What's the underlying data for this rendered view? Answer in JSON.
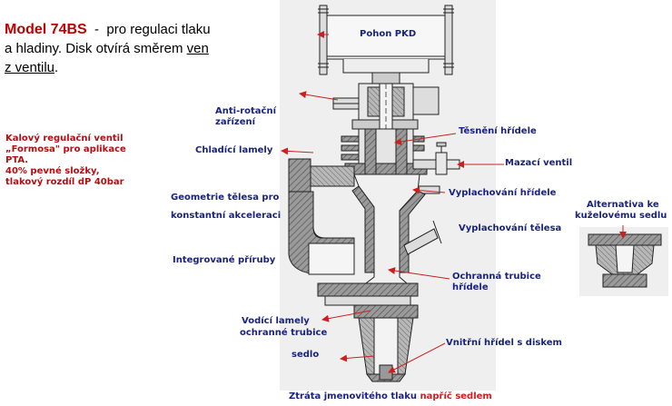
{
  "header": {
    "model_label": "Model 74BS",
    "line1_rest": "  -  pro regulaci tlaku",
    "line2_a": "a hladiny. Disk otvírá směrem ",
    "line2_u": "ven",
    "line3_u": "z ventilu",
    "line3_end": "."
  },
  "note": {
    "lines": [
      "Kalový regulační ventil",
      "„Formosa\" pro aplikace",
      "PTA.",
      "40% pevné složky,",
      "tlakový rozdíl dP 40bar"
    ]
  },
  "labels": {
    "pohon": "Pohon PKD",
    "antirot1": "Anti-rotační",
    "antirot2": "zařízení",
    "chladici": "Chladící lamely",
    "geom1": "Geometrie tělesa pro",
    "geom2": "konstantní akceleraci",
    "priruby": "Integrované příruby",
    "vodici1": "Vodící lamely",
    "vodici2": "ochranné trubice",
    "sedlo": "sedlo",
    "tesneni": "Těsnění hřídele",
    "mazaci": "Mazací ventil",
    "vyplach_hridele": "Vyplachování hřídele",
    "vyplach_telesa": "Vyplachování tělesa",
    "ochranna1": "Ochranná trubice",
    "ochranna2": "hřídele",
    "vnitrni": "Vnitřní hřídel s diskem",
    "alt1": "Alternativa ke",
    "alt2": "kuželovému sedlu"
  },
  "footer": {
    "part1": "Ztráta jmenovitého tlaku ",
    "part2": "napříč sedlem"
  },
  "colors": {
    "arrow_red": "#cc2020",
    "label_navy": "#1a237e",
    "note_red": "#b01010",
    "drawing_bg": "#efefef"
  }
}
